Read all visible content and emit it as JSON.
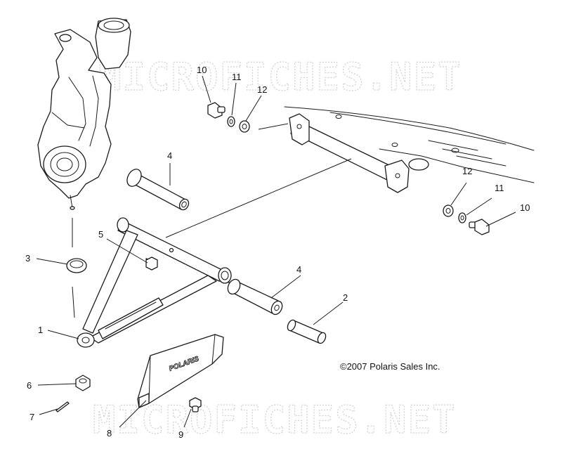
{
  "watermark": "MICROFICHES.NET",
  "copyright": "©2007 Polaris Sales Inc.",
  "decal_text": "POLARIS",
  "callouts": {
    "c1": "1",
    "c2": "2",
    "c3": "3",
    "c4a": "4",
    "c4b": "4",
    "c5": "5",
    "c6": "6",
    "c7": "7",
    "c8": "8",
    "c9": "9",
    "c10a": "10",
    "c10b": "10",
    "c11a": "11",
    "c11b": "11",
    "c12a": "12",
    "c12b": "12"
  }
}
